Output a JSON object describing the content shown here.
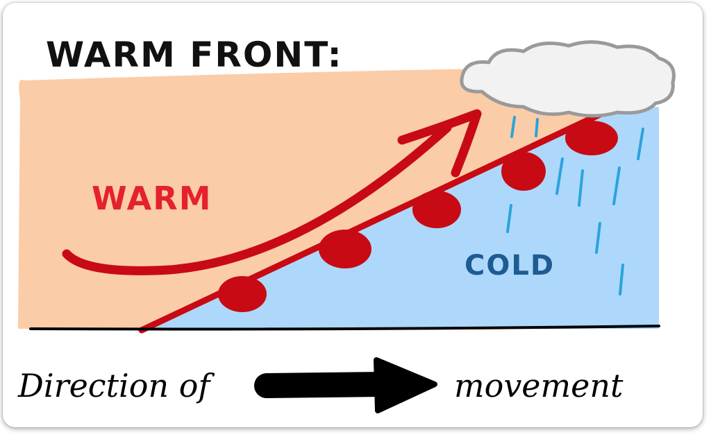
{
  "diagram": {
    "title": "WARM FRONT:",
    "warm_label": "WARM",
    "cold_label": "COLD",
    "caption_left": "Direction of",
    "caption_right": "movement"
  },
  "colors": {
    "warm_air": "#fbcca8",
    "cold_air": "#add8fb",
    "front_red": "#c80a14",
    "warm_text": "#e4222b",
    "cold_text": "#1e5b91",
    "rain": "#2aa3dc",
    "cloud_fill": "#f2f2f2",
    "cloud_outline": "#9a9a9a",
    "ink": "#000000"
  },
  "icons": [
    "cloud-icon",
    "rain-icon",
    "arrow-right-icon",
    "warm-air-arrow-icon"
  ]
}
